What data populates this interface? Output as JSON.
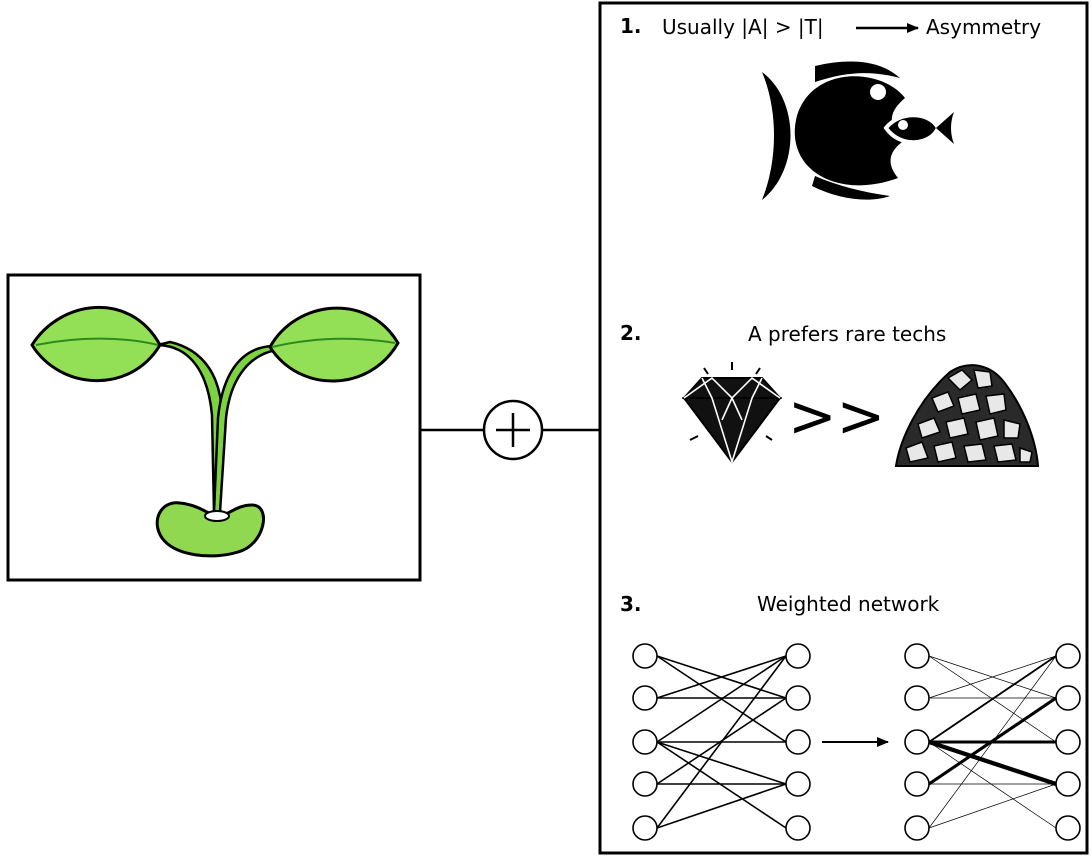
{
  "panel_items": [
    {
      "number": "1.",
      "parts": [
        "Usually |A| > |T|",
        "Asymmetry"
      ]
    },
    {
      "number": "2.",
      "text": "A prefers rare techs",
      "comparator": ">>"
    },
    {
      "number": "3.",
      "text": "Weighted network"
    }
  ],
  "colors": {
    "leaf_fill": "#93df55",
    "leaf_vein": "#2f8a1e",
    "stem_fill": "#7dd33f",
    "seed_fill": "#8fd84f",
    "outline": "#000000"
  },
  "icons": {
    "seedling": "sprout-icon",
    "plus": "circled-plus-icon",
    "fish": "big-fish-eats-small-fish-icon",
    "diamond": "diamond-icon",
    "rocks": "rock-pile-icon"
  },
  "network": {
    "left_nodes": 5,
    "right_nodes": 5,
    "unweighted_edges": [
      [
        0,
        1
      ],
      [
        0,
        2
      ],
      [
        1,
        0
      ],
      [
        1,
        1
      ],
      [
        2,
        0
      ],
      [
        2,
        2
      ],
      [
        2,
        3
      ],
      [
        2,
        4
      ],
      [
        3,
        1
      ],
      [
        3,
        3
      ],
      [
        4,
        0
      ],
      [
        4,
        3
      ]
    ],
    "weighted_edges": [
      {
        "from": 0,
        "to": 1,
        "weight": 1
      },
      {
        "from": 0,
        "to": 2,
        "weight": 1
      },
      {
        "from": 1,
        "to": 0,
        "weight": 1
      },
      {
        "from": 1,
        "to": 1,
        "weight": 1
      },
      {
        "from": 2,
        "to": 0,
        "weight": 2
      },
      {
        "from": 2,
        "to": 2,
        "weight": 3
      },
      {
        "from": 2,
        "to": 3,
        "weight": 4
      },
      {
        "from": 2,
        "to": 4,
        "weight": 1
      },
      {
        "from": 3,
        "to": 1,
        "weight": 3
      },
      {
        "from": 3,
        "to": 3,
        "weight": 1
      },
      {
        "from": 4,
        "to": 0,
        "weight": 1
      },
      {
        "from": 4,
        "to": 3,
        "weight": 1
      }
    ]
  }
}
